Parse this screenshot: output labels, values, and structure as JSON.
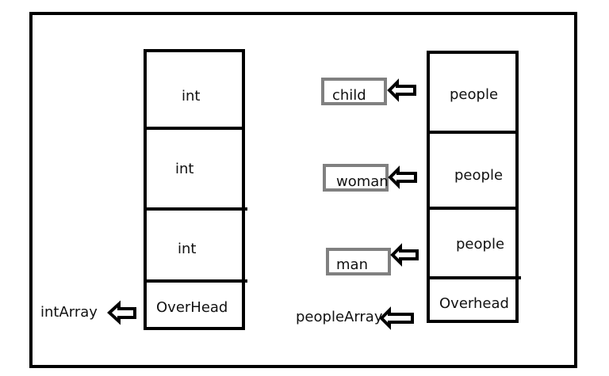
{
  "colors": {
    "stroke": "#000000",
    "box_stroke": "#808080",
    "background": "#ffffff"
  },
  "int_array": {
    "cells": [
      "int",
      "int",
      "int",
      "OverHead"
    ],
    "label": "intArray"
  },
  "people_array": {
    "cells": [
      "people",
      "people",
      "people",
      "Overhead"
    ],
    "label": "peopleArray"
  },
  "objects": [
    "child",
    "woman",
    "man"
  ],
  "icons": {
    "pointer": "left-arrow-icon"
  }
}
